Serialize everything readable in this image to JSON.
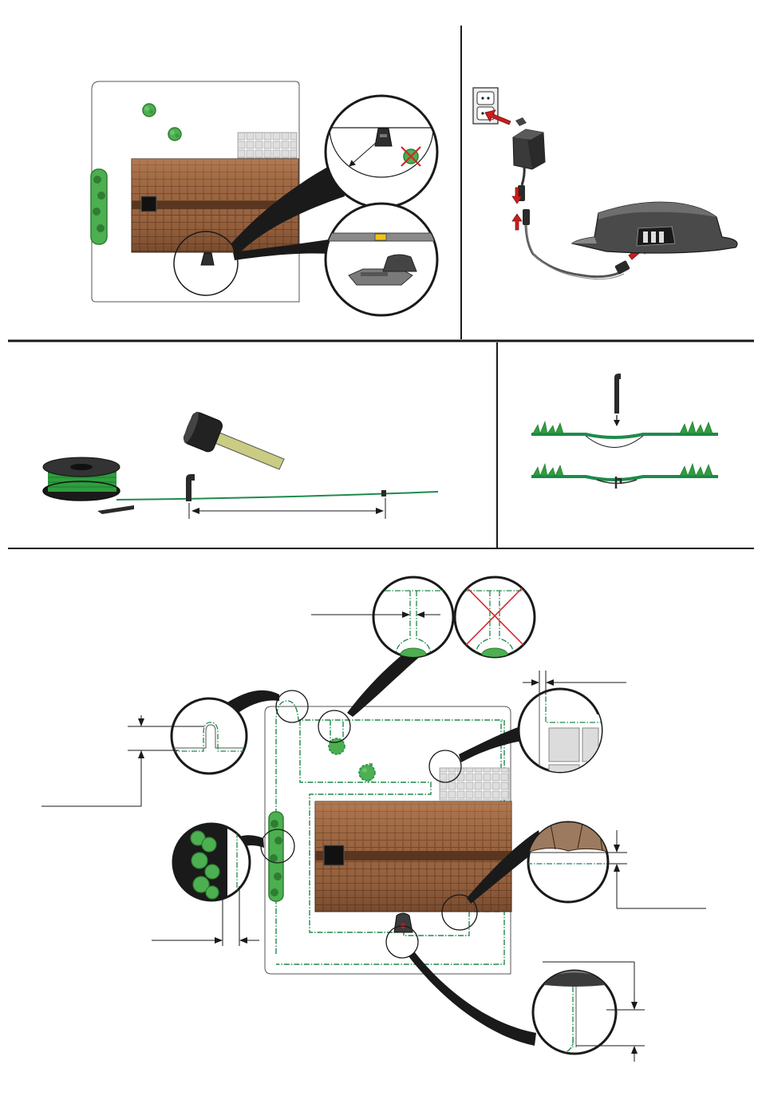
{
  "figure": {
    "panels": [
      {
        "id": "charging-station-placement",
        "contents": [
          "garden-plan",
          "level-inspection-zoom",
          "station-side-zoom"
        ]
      },
      {
        "id": "power-connection",
        "contents": [
          "wall-socket",
          "power-supply",
          "low-voltage-cable",
          "charging-station"
        ]
      },
      {
        "id": "wire-pegging",
        "contents": [
          "wire-reel",
          "mallet",
          "peg",
          "boundary-wire",
          "peg-spacing-dimension"
        ]
      },
      {
        "id": "wire-in-ground",
        "contents": [
          "peg-push",
          "wire-under-grass",
          "wire-pegged"
        ]
      },
      {
        "id": "boundary-wire-layout",
        "contents": [
          "garden-plan-with-wire",
          "island-zoom",
          "island-wrong-zoom",
          "paving-zoom",
          "house-wall-zoom",
          "hedge-zoom",
          "corner-zoom",
          "station-exit-zoom"
        ]
      }
    ]
  },
  "colors": {
    "line": "#1a1a1a",
    "wire": "#1f8a4c",
    "grass": "#2e9e3e",
    "shrub": "#4caf50",
    "shrub_dark": "#2f7d32",
    "roof": "#8b5a34",
    "roof_light": "#b47d52",
    "roof_ridge": "#5a3620",
    "paving": "#dcdcdc",
    "station": "#3b3b3b",
    "warn": "#d8252a",
    "arrow": "#c81e1e",
    "mallet_head": "#222222",
    "mallet_handle": "#c9cc82",
    "spirit_level": "#8a8a8a",
    "bubble": "#f2c318"
  },
  "icons": [
    "wall-socket-icon",
    "power-supply-icon",
    "mallet-icon",
    "peg-icon",
    "wire-reel-icon",
    "cross-icon",
    "arrow-icon",
    "spirit-level-icon"
  ]
}
